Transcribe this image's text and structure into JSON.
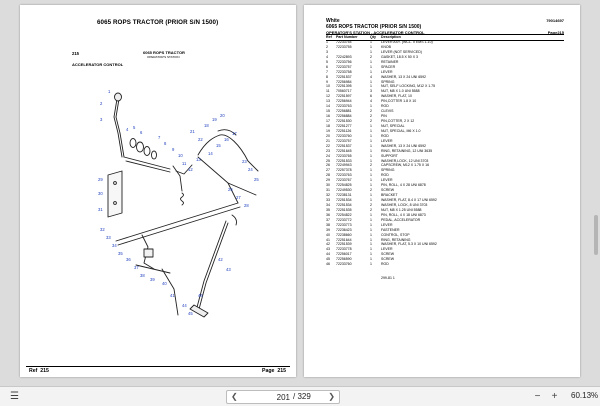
{
  "left_page": {
    "title": "6065 ROPS TRACTOR (PRIOR S/N 1500)",
    "group_number": "215",
    "subtitle_1": "6065 ROPS TRACTOR",
    "subtitle_2": "OPERATOR'S STATION",
    "section": "ACCELERATOR CONTROL",
    "ref_label": "Ref",
    "ref_value": "215",
    "page_label": "Page",
    "page_value": "215",
    "callouts": [
      "1",
      "2",
      "3",
      "4",
      "5",
      "6",
      "7",
      "8",
      "9",
      "10",
      "11",
      "12",
      "13",
      "14",
      "15",
      "16",
      "17",
      "18",
      "19",
      "20",
      "21",
      "22",
      "23",
      "24",
      "25",
      "26",
      "27",
      "28",
      "29",
      "30",
      "31",
      "32",
      "33",
      "34",
      "35",
      "36",
      "37",
      "38",
      "39",
      "40",
      "41",
      "42",
      "43",
      "44",
      "45",
      "46"
    ]
  },
  "right_page": {
    "brand": "White",
    "title": "6065 ROPS TRACTOR (PRIOR S/N 1500)",
    "doc_code": "79014697",
    "section": "OPERATOR'S STATION - ACCELERATOR CONTROL",
    "page_ref": "Page215",
    "headers": {
      "ref": "Ref",
      "part_number": "Part Number",
      "qty": "Qty",
      "description": "Description"
    },
    "rows": [
      {
        "ref": "1",
        "pn": "72233754",
        "qty": "1",
        "desc": "LEVER ASY. (INCL. ITEMS 1-10)"
      },
      {
        "ref": "2",
        "pn": "72233755",
        "qty": "1",
        "desc": "KNOB"
      },
      {
        "ref": "3",
        "pn": "",
        "qty": "1",
        "desc": "LEVER (NOT SERVICED)"
      },
      {
        "ref": "4",
        "pn": "72242893",
        "qty": "2",
        "desc": "GASKET, 18.5 X 50 X 3"
      },
      {
        "ref": "5",
        "pn": "72233756",
        "qty": "1",
        "desc": "RETAINER"
      },
      {
        "ref": "6",
        "pn": "72233757",
        "qty": "1",
        "desc": "SPACER"
      },
      {
        "ref": "7",
        "pn": "72233758",
        "qty": "1",
        "desc": "LEVER"
      },
      {
        "ref": "8",
        "pn": "72251537",
        "qty": "4",
        "desc": "WASHER, 13 X 24 UNI 6592"
      },
      {
        "ref": "9",
        "pn": "72256984",
        "qty": "1",
        "desc": "SPRING"
      },
      {
        "ref": "10",
        "pn": "72251395",
        "qty": "1",
        "desc": "NUT, SELF LOCKING, M12 X 1.75"
      },
      {
        "ref": "11",
        "pn": "70560717",
        "qty": "3",
        "desc": "NUT, M8 X 1.0 UNI 5588"
      },
      {
        "ref": "12",
        "pn": "72251597",
        "qty": "6",
        "desc": "WASHER, FLAT, 10"
      },
      {
        "ref": "13",
        "pn": "72256944",
        "qty": "4",
        "desc": "PIN,COTTER 1.8 X 10"
      },
      {
        "ref": "14",
        "pn": "72233763",
        "qty": "1",
        "desc": "ROD"
      },
      {
        "ref": "15",
        "pn": "72256881",
        "qty": "2",
        "desc": "CLEVIS"
      },
      {
        "ref": "16",
        "pn": "72256884",
        "qty": "2",
        "desc": "PIN"
      },
      {
        "ref": "17",
        "pn": "72251530",
        "qty": "2",
        "desc": "PIN,COTTER, 2 X 12"
      },
      {
        "ref": "18",
        "pn": "72251277",
        "qty": "1",
        "desc": "NUT, SPECIAL"
      },
      {
        "ref": "19",
        "pn": "72251126",
        "qty": "1",
        "desc": "NUT, SPECIAL, M6 X 1.0"
      },
      {
        "ref": "20",
        "pn": "72233760",
        "qty": "1",
        "desc": "ROD"
      },
      {
        "ref": "21",
        "pn": "72233757",
        "qty": "1",
        "desc": "LEVER"
      },
      {
        "ref": "22",
        "pn": "72251537",
        "qty": "1",
        "desc": "WASHER, 13 X 24 UNI 6592"
      },
      {
        "ref": "23",
        "pn": "72251645",
        "qty": "1",
        "desc": "RING, RETAINING, 12 UNI 3635"
      },
      {
        "ref": "24",
        "pn": "72233765",
        "qty": "1",
        "desc": "SUPPORT"
      },
      {
        "ref": "25",
        "pn": "72251533",
        "qty": "1",
        "desc": "WASHER,LOCK, 12 UNI 3703"
      },
      {
        "ref": "26",
        "pn": "72249943",
        "qty": "2",
        "desc": "CAPSCREW, M12 X 1.75 X 16"
      },
      {
        "ref": "27",
        "pn": "72257378",
        "qty": "1",
        "desc": "SPRING"
      },
      {
        "ref": "28",
        "pn": "72233763",
        "qty": "1",
        "desc": "ROD"
      },
      {
        "ref": "29",
        "pn": "72233767",
        "qty": "1",
        "desc": "LEVER"
      },
      {
        "ref": "30",
        "pn": "72254825",
        "qty": "1",
        "desc": "PIN, ROLL, 4 X 28 UNI 6878"
      },
      {
        "ref": "31",
        "pn": "72249530",
        "qty": "2",
        "desc": "SCREW"
      },
      {
        "ref": "32",
        "pn": "72238131",
        "qty": "1",
        "desc": "BRACKET"
      },
      {
        "ref": "33",
        "pn": "72251534",
        "qty": "1",
        "desc": "WASHER, FLAT, 8.4 X 17 UNI 6592"
      },
      {
        "ref": "34",
        "pn": "72251534",
        "qty": "2",
        "desc": "WASHER, LOCK, 8 UNI 3703"
      },
      {
        "ref": "35",
        "pn": "72251535",
        "qty": "2",
        "desc": "NUT, M8 X 1.25 UNI 5588"
      },
      {
        "ref": "36",
        "pn": "72254822",
        "qty": "1",
        "desc": "PIN, ROLL, 4 X 18 UNI 6873"
      },
      {
        "ref": "37",
        "pn": "72233772",
        "qty": "1",
        "desc": "PEDAL, ACCELERATOR"
      },
      {
        "ref": "38",
        "pn": "72233773",
        "qty": "1",
        "desc": "LEVER"
      },
      {
        "ref": "39",
        "pn": "72236423",
        "qty": "1",
        "desc": "FASTENER"
      },
      {
        "ref": "40",
        "pn": "72238660",
        "qty": "1",
        "desc": "CONTROL, STOP"
      },
      {
        "ref": "41",
        "pn": "72251644",
        "qty": "1",
        "desc": "RING, RETAINING"
      },
      {
        "ref": "42",
        "pn": "72251539",
        "qty": "1",
        "desc": "WASHER, FLAT, 5.3 X 10 UNI 6592"
      },
      {
        "ref": "43",
        "pn": "72233778",
        "qty": "1",
        "desc": "LEVER"
      },
      {
        "ref": "44",
        "pn": "72256017",
        "qty": "1",
        "desc": "SCREW"
      },
      {
        "ref": "45",
        "pn": "72256590",
        "qty": "1",
        "desc": "SCREW"
      },
      {
        "ref": "46",
        "pn": "72233760",
        "qty": "1",
        "desc": "ROD"
      }
    ],
    "footer": "299-81 1"
  },
  "toolbar": {
    "current_page": "201",
    "total_pages": "/ 329",
    "zoom": "60.13%",
    "prev_icon": "chevron-left-icon",
    "next_icon": "chevron-right-icon"
  },
  "colors": {
    "callout": "#1f3fbf",
    "workspace": "#dcdcdc",
    "page": "#ffffff"
  }
}
